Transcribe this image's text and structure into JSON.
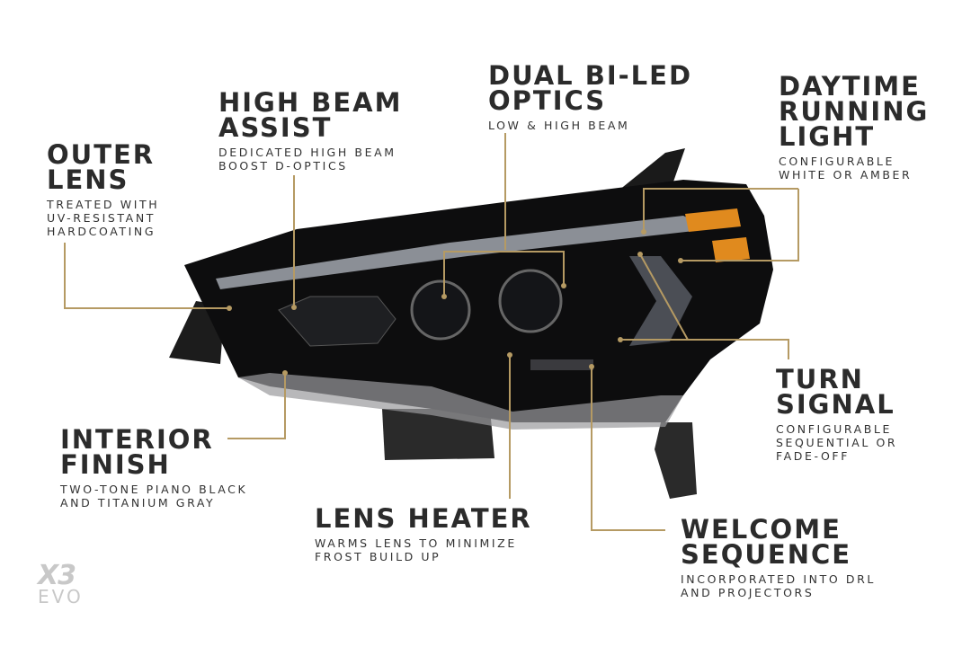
{
  "accent_color": "#b59a63",
  "logo": {
    "text": "X3 EVO",
    "line1": "X3",
    "line2": "EVO"
  },
  "callouts": [
    {
      "id": "outer-lens",
      "title": "OUTER\nLENS",
      "subtitle": "TREATED WITH\nUV-RESISTANT\nHARDCOATING"
    },
    {
      "id": "high-beam-assist",
      "title": "HIGH BEAM\nASSIST",
      "subtitle": "DEDICATED HIGH BEAM\nBOOST D-OPTICS"
    },
    {
      "id": "dual-bi-led-optics",
      "title": "DUAL BI-LED\nOPTICS",
      "subtitle": "LOW & HIGH BEAM"
    },
    {
      "id": "daytime-running-light",
      "title": "DAYTIME\nRUNNING\nLIGHT",
      "subtitle": "CONFIGURABLE\nWHITE OR AMBER"
    },
    {
      "id": "turn-signal",
      "title": "TURN\nSIGNAL",
      "subtitle": "CONFIGURABLE\nSEQUENTIAL OR\nFADE-OFF"
    },
    {
      "id": "interior-finish",
      "title": "INTERIOR\nFINISH",
      "subtitle": "TWO-TONE PIANO BLACK\nAND TITANIUM GRAY"
    },
    {
      "id": "lens-heater",
      "title": "LENS HEATER",
      "subtitle": "WARMS LENS TO MINIMIZE\nFROST BUILD UP"
    },
    {
      "id": "welcome-sequence",
      "title": "WELCOME\nSEQUENCE",
      "subtitle": "INCORPORATED INTO DRL\nAND PROJECTORS"
    }
  ]
}
